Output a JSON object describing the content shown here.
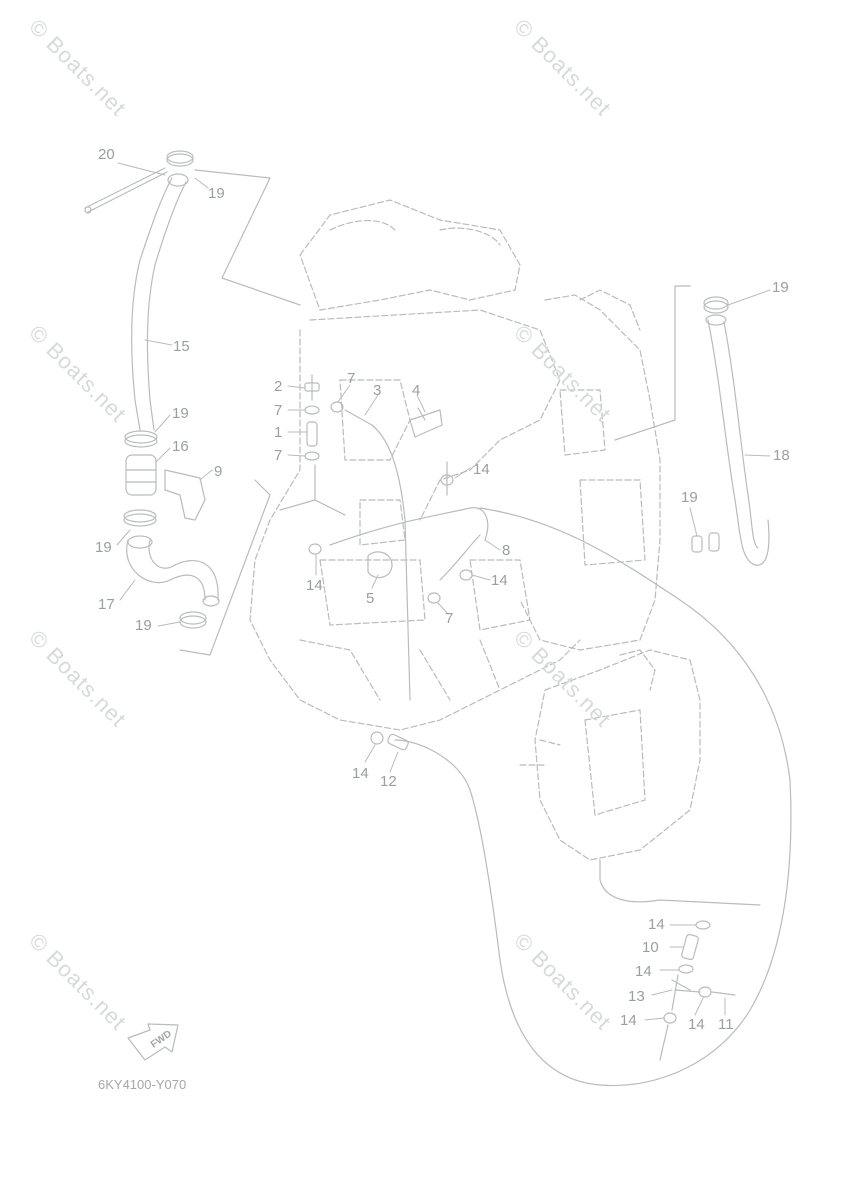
{
  "watermark_text": "© Boats.net",
  "diagram_code": "6KY4100-Y070",
  "fwd_label": "FWD",
  "colors": {
    "line": "#b8bdb9",
    "label": "#9aa09c",
    "watermark": "#d6dbd8"
  },
  "callouts": [
    {
      "id": "20",
      "text": "20"
    },
    {
      "id": "19a",
      "text": "19"
    },
    {
      "id": "15",
      "text": "15"
    },
    {
      "id": "19b",
      "text": "19"
    },
    {
      "id": "16",
      "text": "16"
    },
    {
      "id": "9",
      "text": "9"
    },
    {
      "id": "19c",
      "text": "19"
    },
    {
      "id": "17",
      "text": "17"
    },
    {
      "id": "19d",
      "text": "19"
    },
    {
      "id": "2",
      "text": "2"
    },
    {
      "id": "7a",
      "text": "7"
    },
    {
      "id": "1",
      "text": "1"
    },
    {
      "id": "7b",
      "text": "7"
    },
    {
      "id": "7c",
      "text": "7"
    },
    {
      "id": "3",
      "text": "3"
    },
    {
      "id": "4",
      "text": "4"
    },
    {
      "id": "14a",
      "text": "14"
    },
    {
      "id": "14b",
      "text": "14"
    },
    {
      "id": "5",
      "text": "5"
    },
    {
      "id": "8",
      "text": "8"
    },
    {
      "id": "14c",
      "text": "14"
    },
    {
      "id": "7d",
      "text": "7"
    },
    {
      "id": "19e",
      "text": "19"
    },
    {
      "id": "18",
      "text": "18"
    },
    {
      "id": "19f",
      "text": "19"
    },
    {
      "id": "14d",
      "text": "14"
    },
    {
      "id": "12",
      "text": "12"
    },
    {
      "id": "14e",
      "text": "14"
    },
    {
      "id": "10",
      "text": "10"
    },
    {
      "id": "14f",
      "text": "14"
    },
    {
      "id": "13",
      "text": "13"
    },
    {
      "id": "14g",
      "text": "14"
    },
    {
      "id": "14h",
      "text": "14"
    },
    {
      "id": "11",
      "text": "11"
    }
  ]
}
